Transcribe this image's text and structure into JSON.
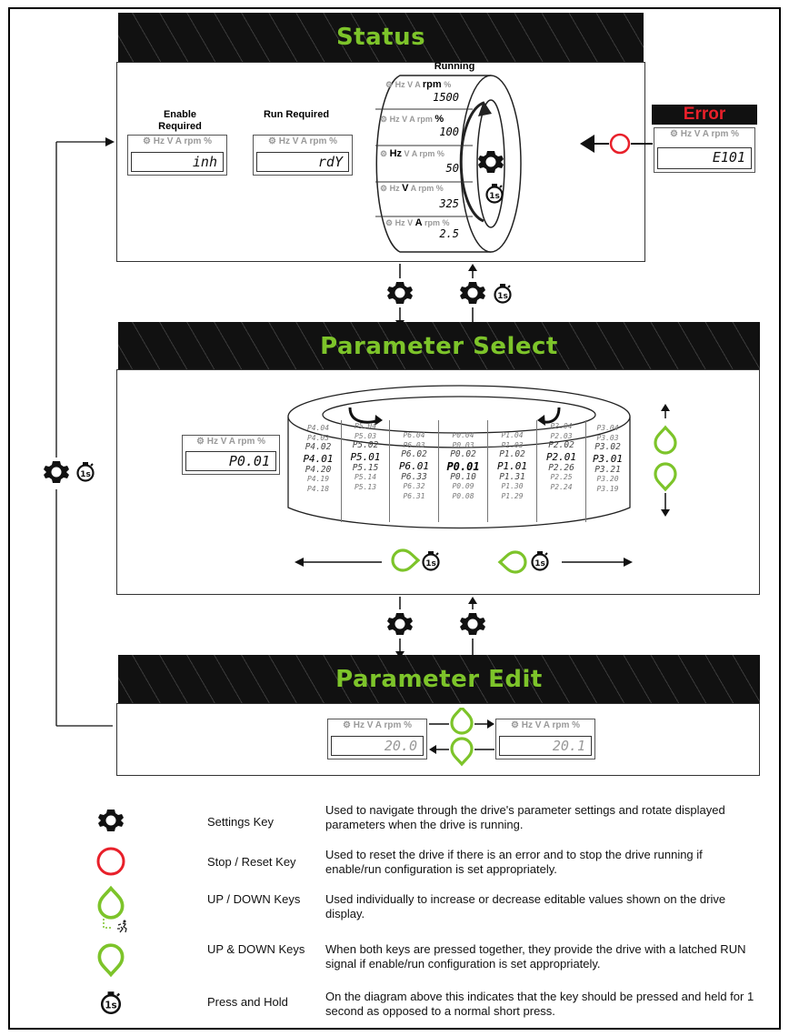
{
  "status": {
    "title": "Status",
    "enable_label": "Enable Required",
    "run_label": "Run Required",
    "running_label": "Running",
    "enable_value": "inh",
    "run_value": "rdY",
    "units_text": "Hz V A rpm %",
    "running_rows": [
      {
        "units": "Hz V A rpm %",
        "value": "1500",
        "bold": "rpm"
      },
      {
        "units": "Hz V A rpm %",
        "value": "100",
        "bold": "%"
      },
      {
        "units": "Hz V A rpm %",
        "value": "50",
        "bold": "Hz"
      },
      {
        "units": "Hz V A rpm %",
        "value": "325",
        "bold": "V"
      },
      {
        "units": "Hz V A rpm %",
        "value": "2.5",
        "bold": "A"
      }
    ],
    "error_title": "Error",
    "error_value": "E101",
    "error_units": "Hz V A rpm %"
  },
  "parameter_select": {
    "title": "Parameter Select",
    "display_value": "P0.01",
    "display_units": "Hz V A rpm %",
    "columns": [
      [
        "P4.04",
        "P4.03",
        "P4.02",
        "P4.01",
        "P4.20",
        "P4.19",
        "P4.18"
      ],
      [
        "P5.04",
        "P5.03",
        "P5.02",
        "P5.01",
        "P5.15",
        "P5.14",
        "P5.13"
      ],
      [
        "P6.04",
        "P6.03",
        "P6.02",
        "P6.01",
        "P6.33",
        "P6.32",
        "P6.31"
      ],
      [
        "P0.04",
        "P0.03",
        "P0.02",
        "P0.01",
        "P0.10",
        "P0.09",
        "P0.08"
      ],
      [
        "P1.04",
        "P1.03",
        "P1.02",
        "P1.01",
        "P1.31",
        "P1.30",
        "P1.29"
      ],
      [
        "P2.04",
        "P2.03",
        "P2.02",
        "P2.01",
        "P2.26",
        "P2.25",
        "P2.24"
      ],
      [
        "P3.04",
        "P3.03",
        "P3.02",
        "P3.01",
        "P3.21",
        "P3.20",
        "P3.19"
      ]
    ]
  },
  "parameter_edit": {
    "title": "Parameter Edit",
    "left_value": "20.0",
    "right_value": "20.1",
    "units": "Hz V A rpm %"
  },
  "legend": [
    {
      "icon": "gear-icon",
      "label": "Settings Key",
      "desc": "Used to navigate through the drive's parameter settings and rotate displayed parameters when the drive is running."
    },
    {
      "icon": "stop-reset-icon",
      "label": "Stop / Reset Key",
      "desc": "Used to reset the drive if there is an error and to stop the drive running if enable/run configuration is set appropriately."
    },
    {
      "icon": "up-down-icon",
      "label": "UP / DOWN Keys",
      "desc": "Used individually to increase or decrease editable values shown on the drive display."
    },
    {
      "icon": "up-and-down-icon",
      "label": "UP & DOWN Keys",
      "desc": "When both keys are pressed together, they provide the drive with a latched RUN signal if enable/run configuration is set appropriately."
    },
    {
      "icon": "timer-1s-icon",
      "label": "Press and Hold",
      "desc": "On the diagram above this indicates that the key should be pressed and held for 1 second as opposed to a normal short press."
    }
  ],
  "timer_text": "1s",
  "colors": {
    "green": "#7dc42a",
    "red": "#e8202a",
    "dark": "#111111"
  }
}
